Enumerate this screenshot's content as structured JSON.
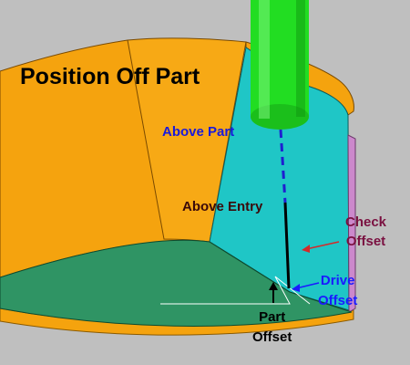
{
  "title": "Position Off Part",
  "labels": {
    "above_part": "Above Part",
    "above_entry": "Above Entry",
    "check_offset": [
      "Check",
      "Offset"
    ],
    "drive_offset": [
      "Drive",
      "Offset"
    ],
    "part_offset": [
      "Part",
      "Offset"
    ]
  },
  "colors": {
    "background": "#bfbfbf",
    "orange_surface": "#f5a30e",
    "cyan_surface": "#1fc6c6",
    "green_floor": "#2f9464",
    "tool_green": "#22dd22",
    "check_surface": "#cc88cc",
    "above_part_path": "#1f1fd0",
    "arrow_red": "#d42a2a"
  },
  "icons": {
    "tool": "cylindrical-cutter-icon",
    "arrow": "pointer-arrow-icon"
  }
}
